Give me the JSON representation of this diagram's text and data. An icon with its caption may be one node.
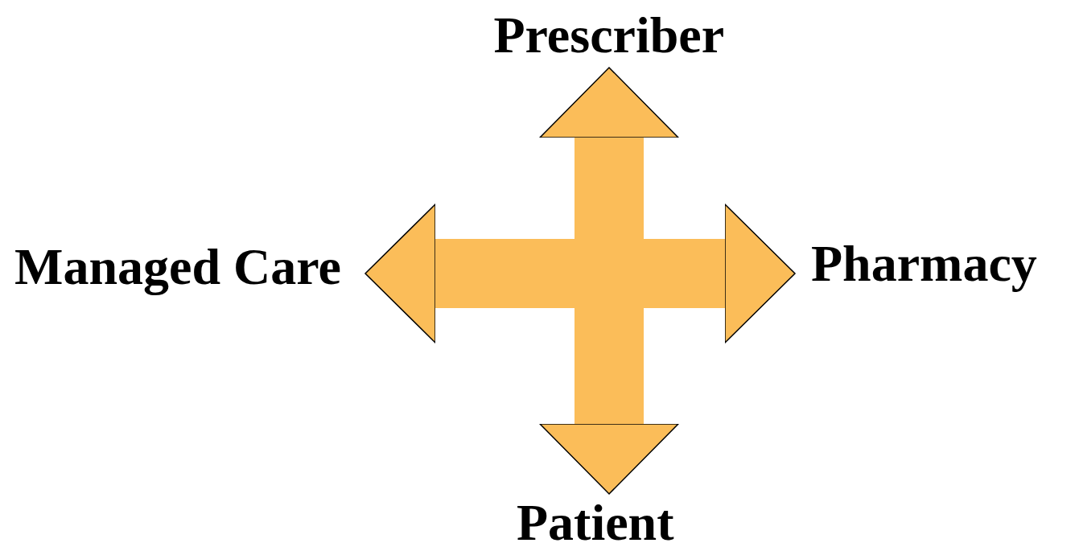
{
  "diagram": {
    "nodes": [
      {
        "text": [
          "Prescriber"
        ]
      },
      {
        "text": [
          "Managed Care"
        ]
      },
      {
        "text": [
          "Pharmacy"
        ]
      },
      {
        "text": [
          "Patient"
        ]
      }
    ],
    "edges": [
      {
        "from": 0,
        "to": 3,
        "arrow": "both"
      },
      {
        "from": 1,
        "to": 2,
        "arrow": "both"
      }
    ]
  }
}
